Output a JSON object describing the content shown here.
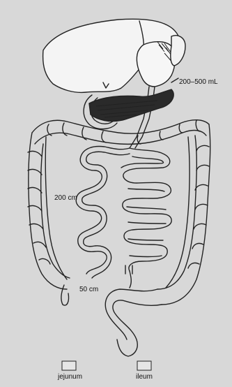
{
  "labels": {
    "stomach_volume": "200–500 mL",
    "jejunum_length": "200 cm",
    "ileum_length": "50 cm"
  },
  "legend": {
    "jejunum": "jejunum",
    "ileum": "ileum"
  },
  "colors": {
    "background": "#d8d8d8",
    "line": "#222222",
    "organ_fill": "#f2f2f2",
    "legend_box_fill": "#e6e6e6"
  }
}
